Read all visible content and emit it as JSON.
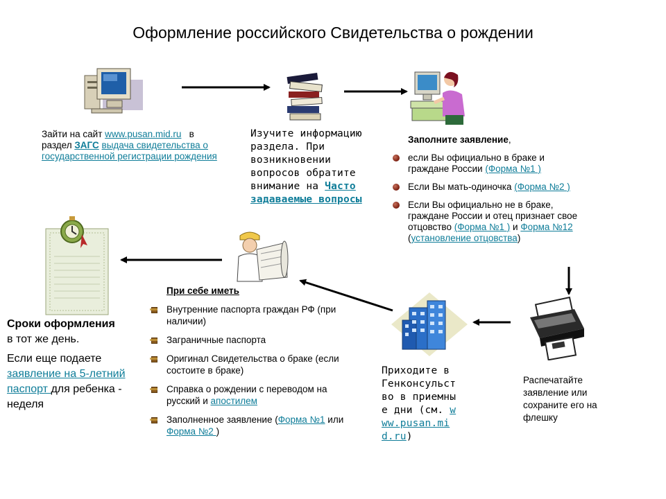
{
  "title": "Оформление российского Свидетельства о рождении",
  "step1": {
    "text_a": "Зайти на сайт ",
    "link_site": "www.pusan.mid.ru",
    "text_b": "   в раздел ",
    "link_zags": "ЗАГС",
    "text_c": " ",
    "link_issue": "выдача свидетельства о государственной регистрации рождения"
  },
  "step2": {
    "text": "Изучите информацию раздела. При возникновении вопросов обратите внимание на ",
    "link_faq": "Часто задаваемые вопросы"
  },
  "step3": {
    "header": "Заполните заявление",
    "header_tail": ",",
    "items": [
      {
        "text": "если Вы официально  в браке и граждане России ",
        "link": "(Форма №1 )"
      },
      {
        "text": "Если Вы мать-одиночка ",
        "link": "(Форма №2 )"
      },
      {
        "text": "Если Вы официально  не в браке, граждане России и отец признает свое отцовство ",
        "link1": "(Форма №1 )",
        "mid": " и ",
        "link2": "Форма №12",
        "mid2": "  (",
        "link3": "установление отцовства",
        "tail": ")"
      }
    ]
  },
  "step4": {
    "text": "Распечатайте заявление или сохраните его на флешку"
  },
  "step5": {
    "text": "Приходите в Генконсульство в приемные дни (см. ",
    "link": "www.pusan.mid.ru",
    "tail": ")"
  },
  "step6": {
    "header": "При себе иметь",
    "items": [
      {
        "text": "Внутренние паспорта граждан РФ (при наличии)"
      },
      {
        "text": "Заграничные паспорта"
      },
      {
        "text": "Оригинал  Свидетельства о браке (если состоите в браке)"
      },
      {
        "text": "Справка о рождении  с переводом на русский и ",
        "link": "апостилем"
      },
      {
        "text": "Заполненное заявление (",
        "link1": "Форма №1",
        "mid": " или ",
        "link2": "Форма №2 ",
        "tail": ")"
      }
    ]
  },
  "step7": {
    "header": "Сроки оформления",
    "line": "в тот же день.",
    "text_a": "Если еще подаете ",
    "link": "заявление на 5-летний паспорт ",
    "text_b": "для ребенка - неделя"
  },
  "icons": {
    "computer": "computer-icon",
    "books": "books-icon",
    "woman_at_computer": "woman-at-computer-icon",
    "printer": "printer-icon",
    "building": "building-icon",
    "engineer": "engineer-with-blueprints-icon",
    "certificate": "certificate-with-seal-icon"
  },
  "colors": {
    "link": "#0f7d99",
    "arrow": "#000000"
  }
}
